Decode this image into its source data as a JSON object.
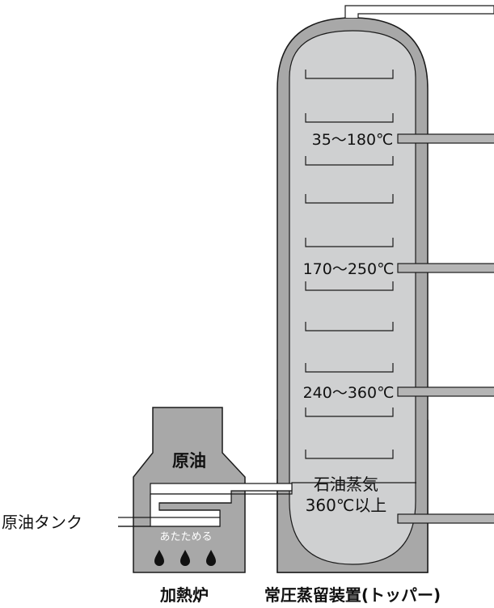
{
  "tower": {
    "fractions": [
      {
        "temp": "35〜180℃"
      },
      {
        "temp": "170〜250℃"
      },
      {
        "temp": "240〜360℃"
      }
    ],
    "bottom_line1": "石油蒸気",
    "bottom_line2": "360℃以上",
    "caption": "常圧蒸留装置(トッパー)"
  },
  "furnace": {
    "crude_label": "原油",
    "heat_label": "あたためる",
    "caption": "加熱炉"
  },
  "tank_label": "原油タンク",
  "colors": {
    "shell": "#a8a8a8",
    "interior": "#cfd0d1",
    "pipe": "#b5b5b5",
    "outline": "#1a1a1a"
  }
}
